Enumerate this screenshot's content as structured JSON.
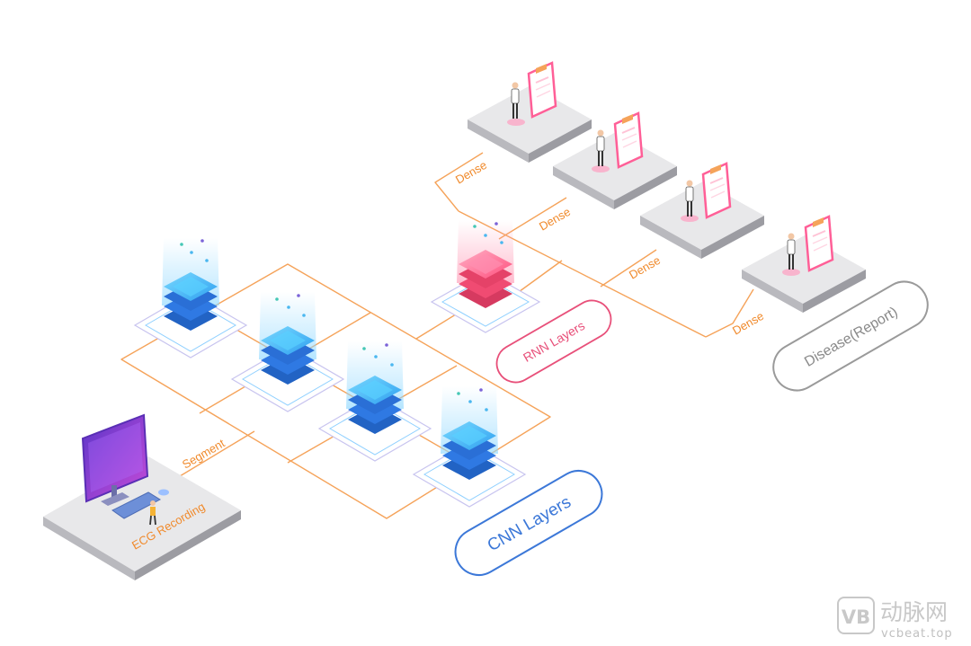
{
  "source_label": "ECG Recording",
  "edge_labels": {
    "segment": "Segment",
    "dense_1": "Dense",
    "dense_2": "Dense",
    "dense_3": "Dense",
    "dense_4": "Dense"
  },
  "group_labels": {
    "cnn": "CNN Layers",
    "rnn": "RNN Layers",
    "output": "Disease(Report)"
  },
  "watermark": {
    "logo_text": "VB",
    "brand": "动脉网",
    "domain": "vcbeat.top"
  },
  "colors": {
    "line": "#f5a35a",
    "label": "#f08a2c",
    "cnn_border": "#3c78d8",
    "rnn_border": "#e8507a",
    "output_border": "#9a9a9a",
    "cnn_block": "#2f79e3",
    "rnn_block": "#f04b72",
    "monitor": "#7a3fd0",
    "clipboard": "#ff5f97"
  }
}
